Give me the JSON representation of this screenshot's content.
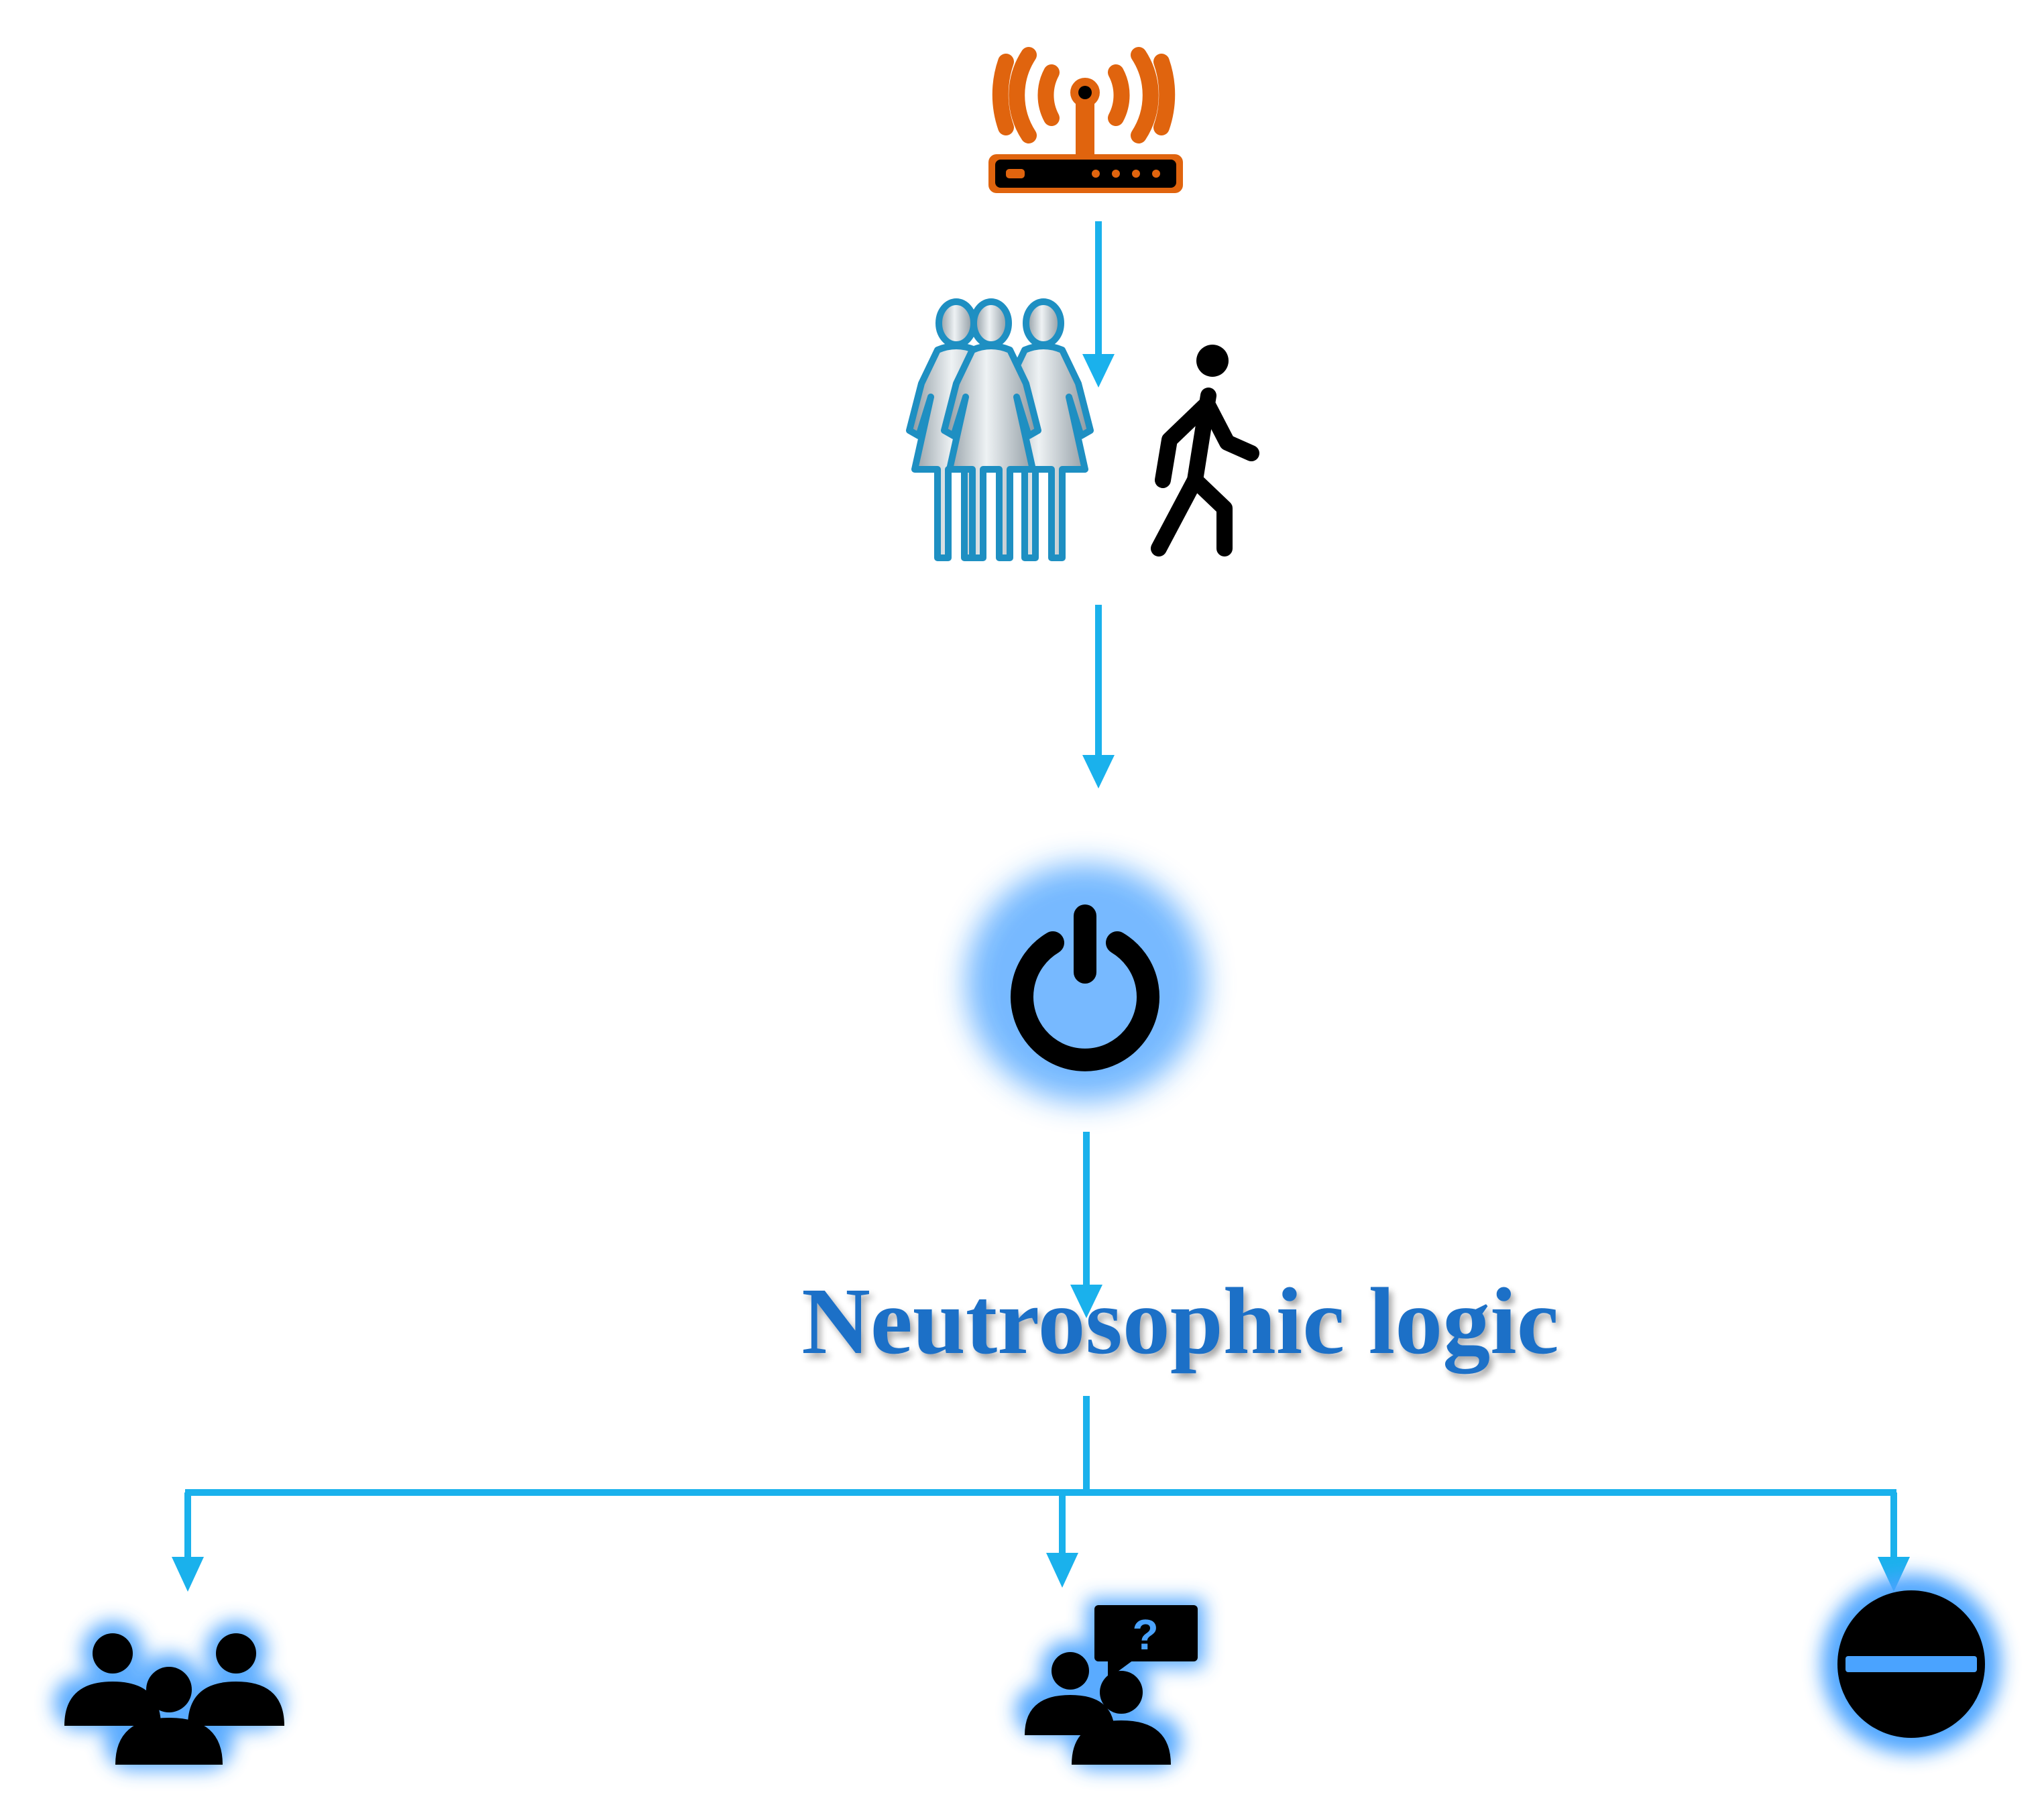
{
  "diagram": {
    "center_label": "Neutrosophic logic",
    "colors": {
      "arrow": "#1ab1ec",
      "label": "#1f6fc7",
      "router": "#e0640e",
      "icon_dark": "#000000",
      "glow": "#4aa3ff",
      "crowd_outline": "#1e8fc2",
      "crowd_fill": "#c8d2d8"
    },
    "nodes": [
      {
        "id": "router",
        "icon": "wifi-router-icon"
      },
      {
        "id": "people",
        "icon": "crowd-and-walking-person-icon"
      },
      {
        "id": "power",
        "icon": "power-icon"
      },
      {
        "id": "truth",
        "icon": "group-icon"
      },
      {
        "id": "indeterminacy",
        "icon": "group-question-icon"
      },
      {
        "id": "falsity",
        "icon": "minus-circle-icon"
      }
    ]
  }
}
